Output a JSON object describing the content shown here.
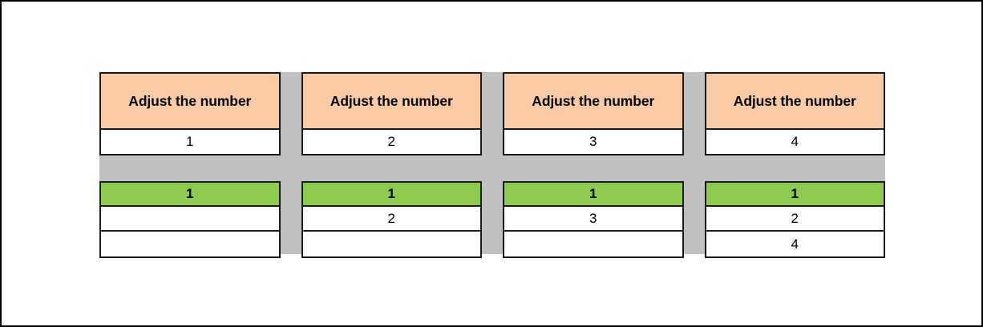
{
  "page": {
    "background_color": "#ffffff",
    "border_color": "#000000"
  },
  "palette": {
    "header_fill": "#f8cba6",
    "highlight_fill": "#8dcb50",
    "gutter_fill": "#c0c0c0",
    "cell_fill": "#ffffff",
    "grid_line": "#1a1a1a",
    "text": "#000000"
  },
  "table": {
    "columns": [
      {
        "header": "Adjust the number",
        "value": "1",
        "result_cells": [
          {
            "text": "1",
            "highlight": true
          },
          {
            "text": "",
            "highlight": false
          },
          {
            "text": "",
            "highlight": false
          }
        ]
      },
      {
        "header": "Adjust the number",
        "value": "2",
        "result_cells": [
          {
            "text": "1",
            "highlight": true
          },
          {
            "text": "2",
            "highlight": false
          },
          {
            "text": "",
            "highlight": false
          }
        ]
      },
      {
        "header": "Adjust the number",
        "value": "3",
        "result_cells": [
          {
            "text": "1",
            "highlight": true
          },
          {
            "text": "3",
            "highlight": false
          },
          {
            "text": "",
            "highlight": false
          }
        ]
      },
      {
        "header": "Adjust the number",
        "value": "4",
        "result_cells": [
          {
            "text": "1",
            "highlight": true
          },
          {
            "text": "2",
            "highlight": false
          },
          {
            "text": "4",
            "highlight": false
          }
        ]
      }
    ]
  }
}
